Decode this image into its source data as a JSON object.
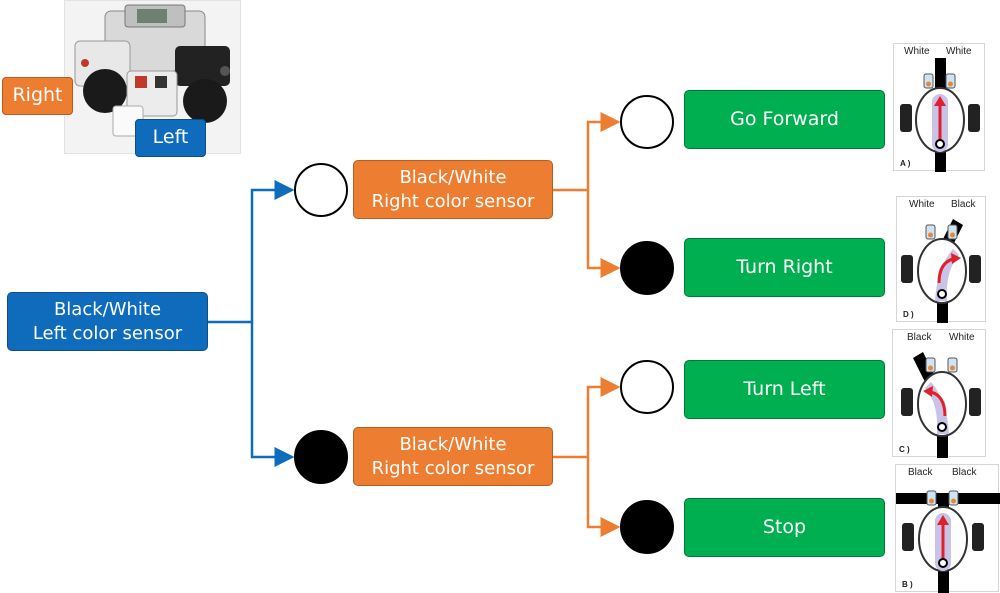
{
  "robot": {
    "right_tag": "Right",
    "left_tag": "Left"
  },
  "root": {
    "label": "Black/White\nLeft color sensor"
  },
  "branch_white": {
    "node": "white",
    "label": "Black/White\nRight color sensor",
    "outcomes": [
      {
        "node": "white",
        "action": "Go Forward",
        "panel": {
          "left_label": "White",
          "right_label": "White",
          "caption": "A )",
          "arrow": "straight"
        }
      },
      {
        "node": "black",
        "action": "Turn Right",
        "panel": {
          "left_label": "White",
          "right_label": "Black",
          "caption": "D )",
          "arrow": "right"
        }
      }
    ]
  },
  "branch_black": {
    "node": "black",
    "label": "Black/White\nRight color sensor",
    "outcomes": [
      {
        "node": "white",
        "action": "Turn Left",
        "panel": {
          "left_label": "Black",
          "right_label": "White",
          "caption": "C )",
          "arrow": "left"
        }
      },
      {
        "node": "black",
        "action": "Stop",
        "panel": {
          "left_label": "Black",
          "right_label": "Black",
          "caption": "B )",
          "arrow": "straight"
        }
      }
    ]
  },
  "colors": {
    "blue": "#0f6cbd",
    "orange": "#ed7d31",
    "green": "#00b050",
    "track": "#000000",
    "arrow": "#e0202a"
  }
}
